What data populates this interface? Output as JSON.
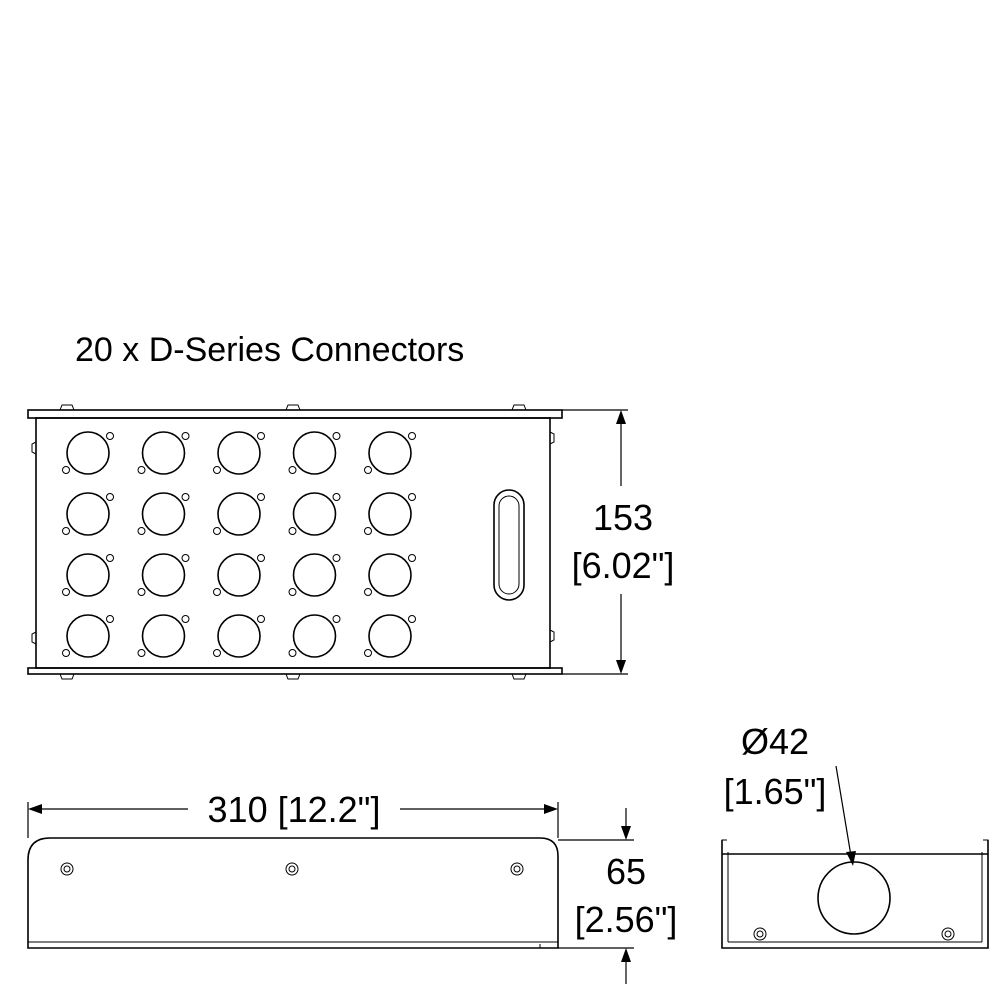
{
  "title": "20 x D-Series Connectors",
  "connector_grid": {
    "columns": 5,
    "rows": 4,
    "count": 20
  },
  "dimensions": {
    "height": {
      "value": "153",
      "imperial": "[6.02\"]"
    },
    "width": {
      "value": "310 [12.2\"]"
    },
    "depth": {
      "value": "65",
      "imperial": "[2.56\"]"
    },
    "hole": {
      "value": "Ø42",
      "imperial": "[1.65\"]"
    }
  },
  "colors": {
    "line": "#000000",
    "background": "#ffffff"
  }
}
